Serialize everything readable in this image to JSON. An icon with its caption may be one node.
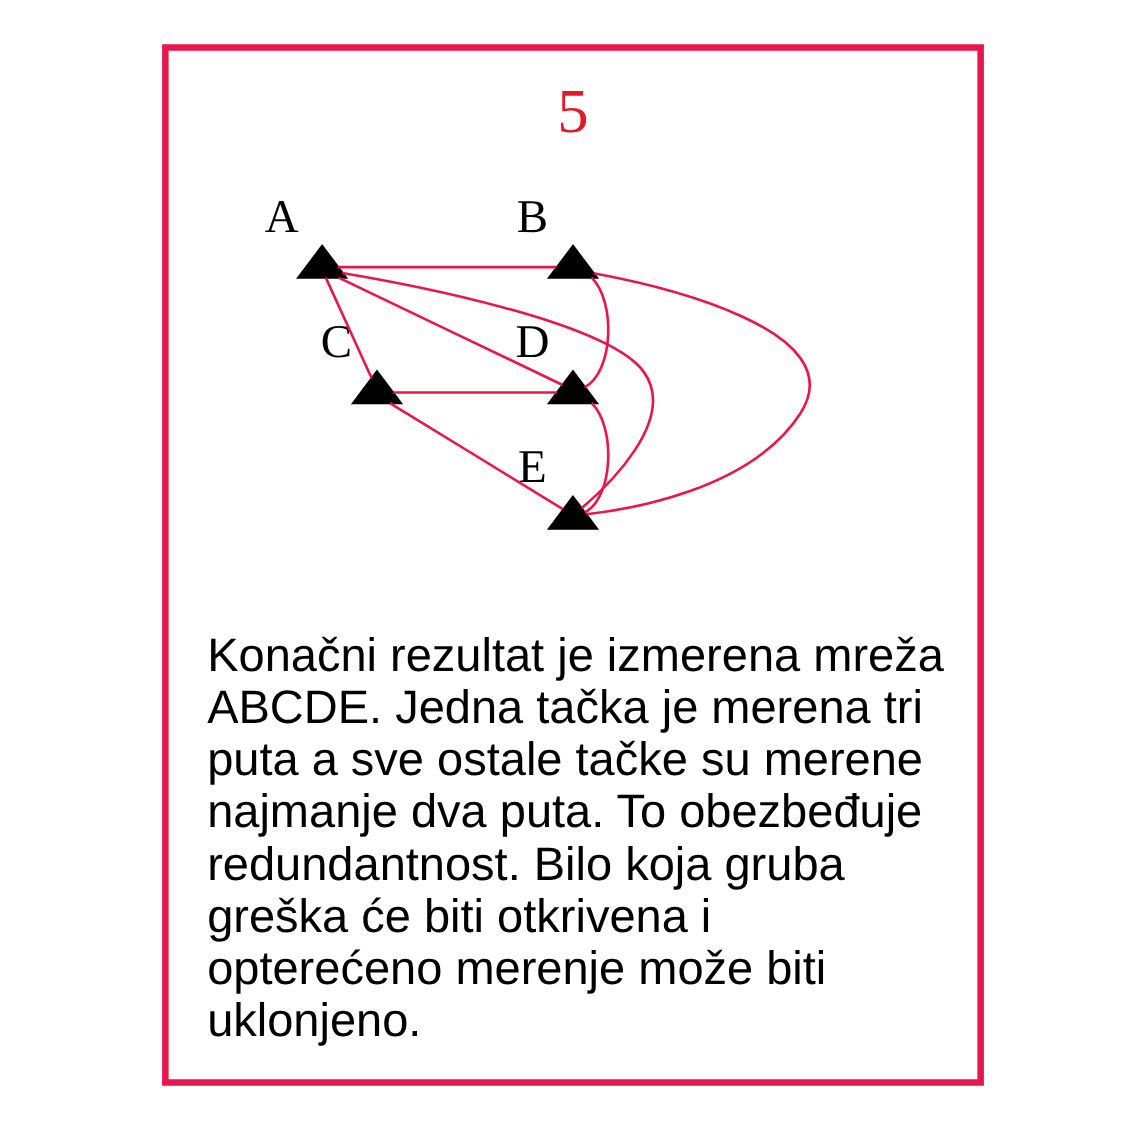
{
  "diagram": {
    "nodes": [
      {
        "text": [],
        "shape": "box"
      },
      {
        "text": [
          "A"
        ],
        "in": 0
      },
      {
        "text": [
          "B"
        ],
        "in": 0
      },
      {
        "text": [
          "C"
        ],
        "in": 0
      },
      {
        "text": [
          "D"
        ],
        "in": 0
      },
      {
        "text": [
          "E"
        ],
        "in": 0
      }
    ],
    "edges": [
      {
        "from": 1,
        "to": 2,
        "arrow": "none"
      },
      {
        "from": 1,
        "to": 4,
        "arrow": "none"
      },
      {
        "from": 1,
        "to": 3,
        "arrow": "none"
      },
      {
        "from": 1,
        "to": 5,
        "arrow": "none"
      },
      {
        "from": 2,
        "to": 4,
        "arrow": "none"
      },
      {
        "from": 2,
        "to": 5,
        "arrow": "none"
      },
      {
        "from": 4,
        "to": 3,
        "arrow": "none"
      },
      {
        "from": 5,
        "to": 4,
        "arrow": "none"
      },
      {
        "from": 5,
        "to": 3,
        "arrow": "none"
      }
    ],
    "labels": [
      "5",
      "Konačni rezultat je izmerena mreža ABCDE. Jedna tačka je merena tri puta a sve ostale tačke su merene najmanje dva puta. To obezbeđuje redundantnost. Bilo koja gruba greška će biti otkrivena i opterećeno merenje može biti uklonjeno."
    ]
  }
}
